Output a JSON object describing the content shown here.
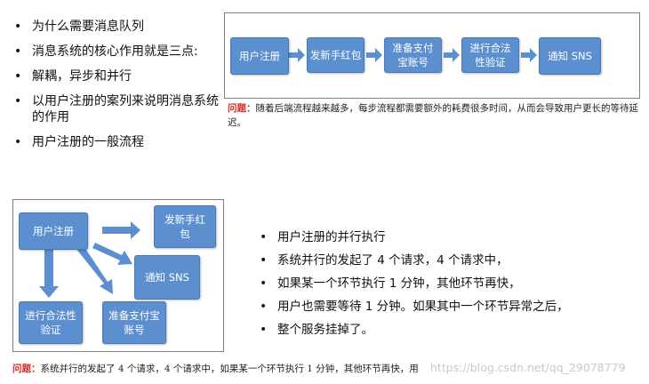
{
  "top_bullets": [
    "为什么需要消息队列",
    "消息系统的核心作用就是三点:",
    "解耦，异步和并行",
    "以用户注册的案列来说明消息系统的作用",
    "用户注册的一般流程"
  ],
  "flow1": {
    "boxes": [
      "用户注册",
      "发新手红包",
      "准备支付宝账号",
      "进行合法性验证",
      "通知 SNS"
    ],
    "note_label": "问题：",
    "note_text": "随着后端流程越来越多，每步流程都需要额外的耗费很多时间，从而会导致用户更长的等待延迟。"
  },
  "flow2": {
    "boxes": {
      "register": "用户注册",
      "redpacket": "发新手红包",
      "sns": "通知 SNS",
      "verify": "进行合法性验证",
      "alipay": "准备支付宝账号"
    },
    "note_label": "问题：",
    "note_text": "系统并行的发起了 4 个请求，4 个请求中，如果某一个环节执行 1 分钟，其他环节再快，用"
  },
  "bottom_bullets": [
    "用户注册的并行执行",
    "系统并行的发起了 4 个请求，4 个请求中，",
    "如果某一个环节执行 1 分钟，其他环节再快，",
    "用户也需要等待 1 分钟。如果其中一个环节异常之后，",
    "整个服务挂掉了。"
  ],
  "watermark": "https://blog.csdn.net/qq_29078779",
  "colors": {
    "box": "#5b8fcf",
    "note_label": "#d22b2b"
  }
}
